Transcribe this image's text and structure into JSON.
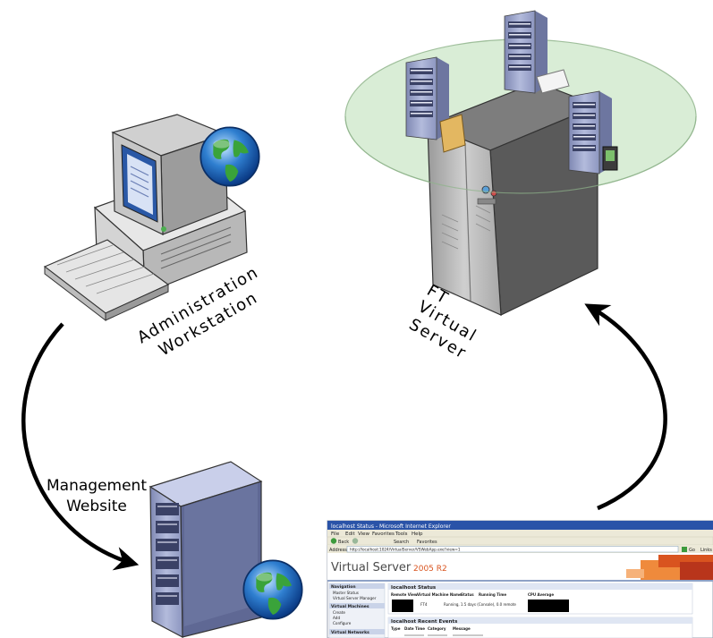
{
  "labels": {
    "admin_line1": "Administration",
    "admin_line2": "Workstation",
    "ft_line1": "FT",
    "ft_line2": "Virtual",
    "ft_line3": "Server",
    "mgmt_line1": "Management",
    "mgmt_line2": "Website"
  },
  "browser": {
    "window_title": "localhost Status - Microsoft Internet Explorer",
    "menu_items": [
      "File",
      "Edit",
      "View",
      "Favorites",
      "Tools",
      "Help"
    ],
    "back_label": "Back",
    "search_label": "Search",
    "favorites_label": "Favorites",
    "address_label": "Address",
    "address_value": "http://localhost:1024/VirtualServer/VSWebApp.exe?view=1",
    "go_label": "Go",
    "links_label": "Links",
    "brand": "Virtual Server",
    "brand_version": "2005 R2",
    "nav_section_navigation": "Navigation",
    "nav_master_status": "Master Status",
    "nav_vsm": "Virtual Server Manager",
    "nav_section_vm": "Virtual Machines",
    "nav_create": "Create",
    "nav_add": "Add",
    "nav_configure": "Configure",
    "nav_section_networks": "Virtual Networks",
    "status_heading": "localhost Status",
    "status_col_remote_view": "Remote View",
    "status_col_vm_name": "Virtual Machine Name",
    "status_col_status": "Status",
    "status_col_running_time": "Running Time",
    "status_col_cpu_average": "CPU Average",
    "status_vm_name": "FT4",
    "status_vm_state": "Running, 1.5 days (Console), 0.0 remote",
    "events_heading": "localhost Recent Events",
    "events_col_type": "Type",
    "events_col_datetime": "Date Time",
    "events_col_category": "Category",
    "events_col_message": "Message"
  },
  "colors": {
    "server_face": "#9da6c8",
    "server_dark": "#5e6790",
    "ft_tower_face": "#b9b9b9",
    "ellipse_fill": "#cfe8c9",
    "arrow": "#000000",
    "ie_title": "#2a53a8",
    "brand_orange": "#d9541f"
  }
}
